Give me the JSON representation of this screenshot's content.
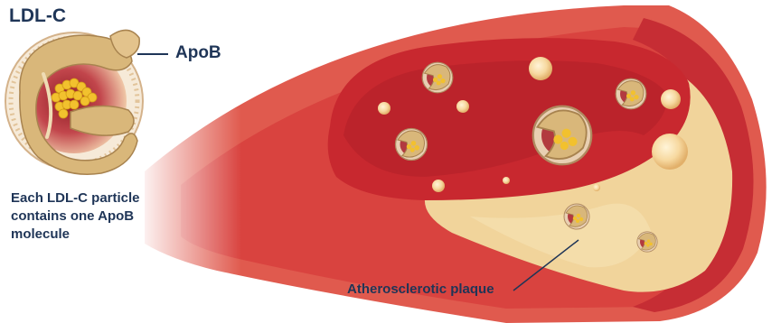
{
  "labels": {
    "ldl_title": "LDL-C",
    "apob": "ApoB",
    "description_lines": [
      "Each LDL-C particle",
      "contains one ApoB",
      "molecule"
    ],
    "plaque": "Atherosclerotic plaque"
  },
  "colors": {
    "text": "#1f3557",
    "vessel_wall": "#e05a4e",
    "vessel_outer": "#c62d34",
    "blood": "#c8282f",
    "lumen_deep": "#b01f28",
    "plaque": "#f1d49b",
    "apob_gold": "#d9b77a",
    "lipid_core": "#f2c12e",
    "particle_inner": "#c2464c"
  },
  "icons": {
    "ldl_particle": "ldl-particle-icon",
    "small_particles": "ldl-particle-icon"
  }
}
